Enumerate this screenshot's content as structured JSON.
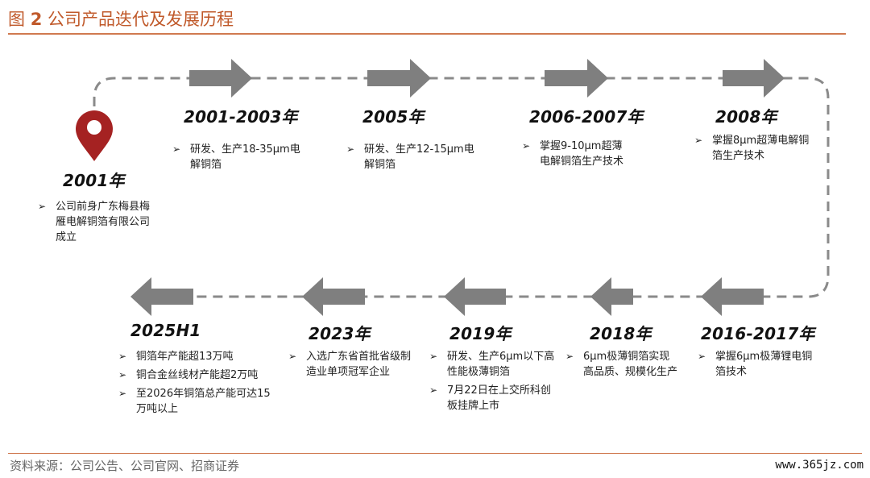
{
  "header": {
    "title_prefix": "图",
    "title_num": "2",
    "title_text": "公司产品迭代及发展历程"
  },
  "milestones": [
    {
      "year": "2001年",
      "items": [
        "公司前身广东梅县梅雁电解铜箔有限公司成立"
      ]
    },
    {
      "year": "2001-2003年",
      "items": [
        "研发、生产18-35μm电解铜箔"
      ]
    },
    {
      "year": "2005年",
      "items": [
        "研发、生产12-15μm电解铜箔"
      ]
    },
    {
      "year": "2006-2007年",
      "items": [
        "掌握9-10μm超薄电解铜箔生产技术"
      ]
    },
    {
      "year": "2008年",
      "items": [
        "掌握8μm超薄电解铜箔生产技术"
      ]
    },
    {
      "year": "2016-2017年",
      "items": [
        "掌握6μm极薄锂电铜箔技术"
      ]
    },
    {
      "year": "2018年",
      "items": [
        "6μm极薄铜箔实现高品质、规模化生产"
      ]
    },
    {
      "year": "2019年",
      "items": [
        "研发、生产6μm以下高性能极薄铜箔",
        "7月22日在上交所科创板挂牌上市"
      ]
    },
    {
      "year": "2023年",
      "items": [
        "入选广东省首批省级制造业单项冠军企业"
      ]
    },
    {
      "year": "2025H1",
      "items": [
        "铜箔年产能超13万吨",
        "铜合金丝线材产能超2万吨",
        "至2026年铜箔总产能可达15万吨以上"
      ]
    }
  ],
  "footer": {
    "source": "资料来源：公司公告、公司官网、招商证券",
    "watermark": "www.365jz.com"
  },
  "colors": {
    "accent": "#c0592a",
    "path": "#8a8a8a",
    "arrow": "#7f7f7f",
    "pin": "#a52222"
  }
}
